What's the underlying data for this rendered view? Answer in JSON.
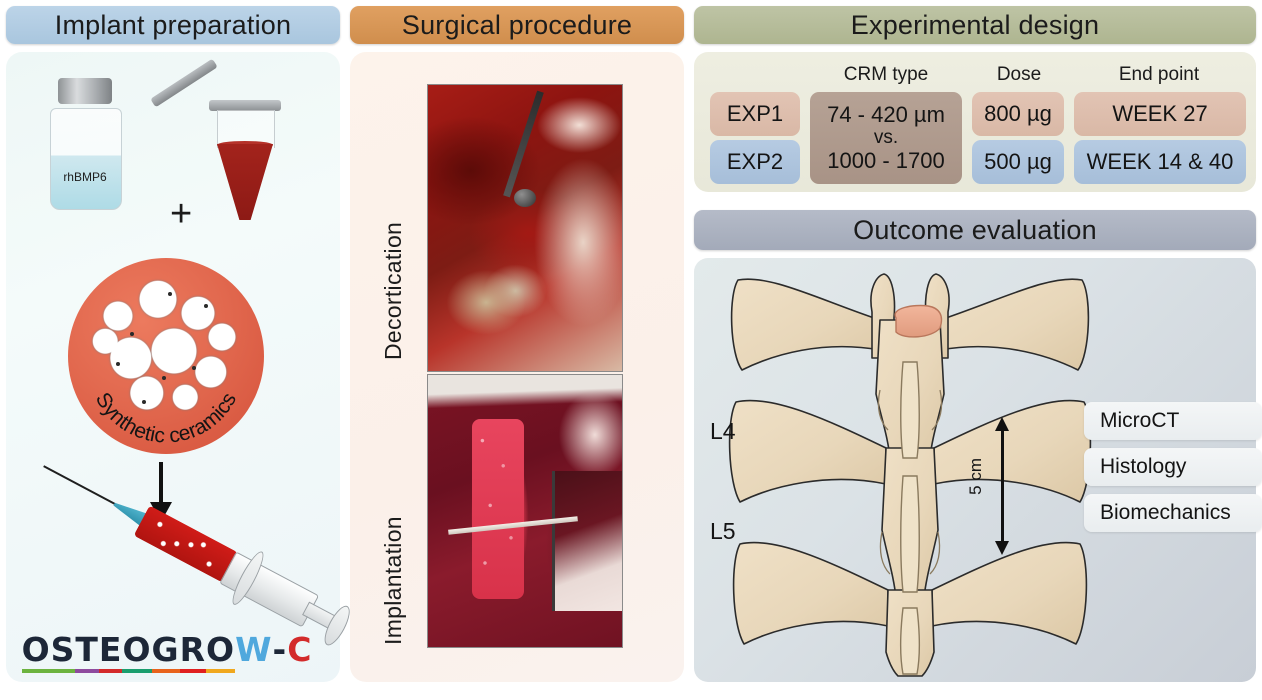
{
  "columns": {
    "implant": {
      "header": "Implant preparation",
      "vial_label": "rhBMP6",
      "plus_sign": "+",
      "ceramics_label": "Synthetic ceramics",
      "logo": {
        "full": "OSTEOGROW-C",
        "letters": [
          {
            "ch": "O",
            "accent": "#1d2738"
          },
          {
            "ch": "S",
            "accent": "#6cb33f"
          },
          {
            "ch": "T",
            "accent": "#8e4b9e"
          },
          {
            "ch": "E",
            "accent": "#d32b2b"
          },
          {
            "ch": "O",
            "accent": "#1a9e6e"
          },
          {
            "ch": "G",
            "accent": "#e8631c"
          },
          {
            "ch": "R",
            "accent": "#e02020"
          },
          {
            "ch": "O",
            "accent": "#f0a81e"
          },
          {
            "ch": "W",
            "accent": "#4fa8dd"
          },
          {
            "ch": "-",
            "accent": "#1d2738"
          },
          {
            "ch": "C",
            "accent": "#d32b2b"
          }
        ]
      }
    },
    "surgical": {
      "header": "Surgical procedure",
      "steps": [
        {
          "label": "Decortication"
        },
        {
          "label": "Implantation"
        }
      ]
    },
    "experimental": {
      "header": "Experimental design",
      "column_headers": [
        "CRM type",
        "Dose",
        "End point"
      ],
      "crm_type": "74 - 420 µm\nvs.\n1000 - 1700",
      "crm_line1": "74 - 420 µm",
      "crm_line2": "vs.",
      "crm_line3": "1000 - 1700",
      "rows": [
        {
          "group": "EXP1",
          "dose": "800 µg",
          "endpoint": "WEEK 27"
        },
        {
          "group": "EXP2",
          "dose": "500 µg",
          "endpoint": "WEEK 14 & 40"
        }
      ]
    },
    "outcome": {
      "header": "Outcome evaluation",
      "vertebra_labels": [
        "L4",
        "L5"
      ],
      "dimension": "5 cm",
      "methods": [
        "MicroCT",
        "Histology",
        "Biomechanics"
      ]
    }
  },
  "colors": {
    "implant_header": "#b2cde4",
    "surgical_header": "#d89255",
    "experimental_header": "#b7bd9c",
    "outcome_header": "#aeb4c3",
    "exp1_row": "#ddbfae",
    "exp2_row": "#afc4dd",
    "crm_cell": "#ae998c",
    "ceramic_circle": "#de5f45",
    "bone": "#ead9bd"
  }
}
